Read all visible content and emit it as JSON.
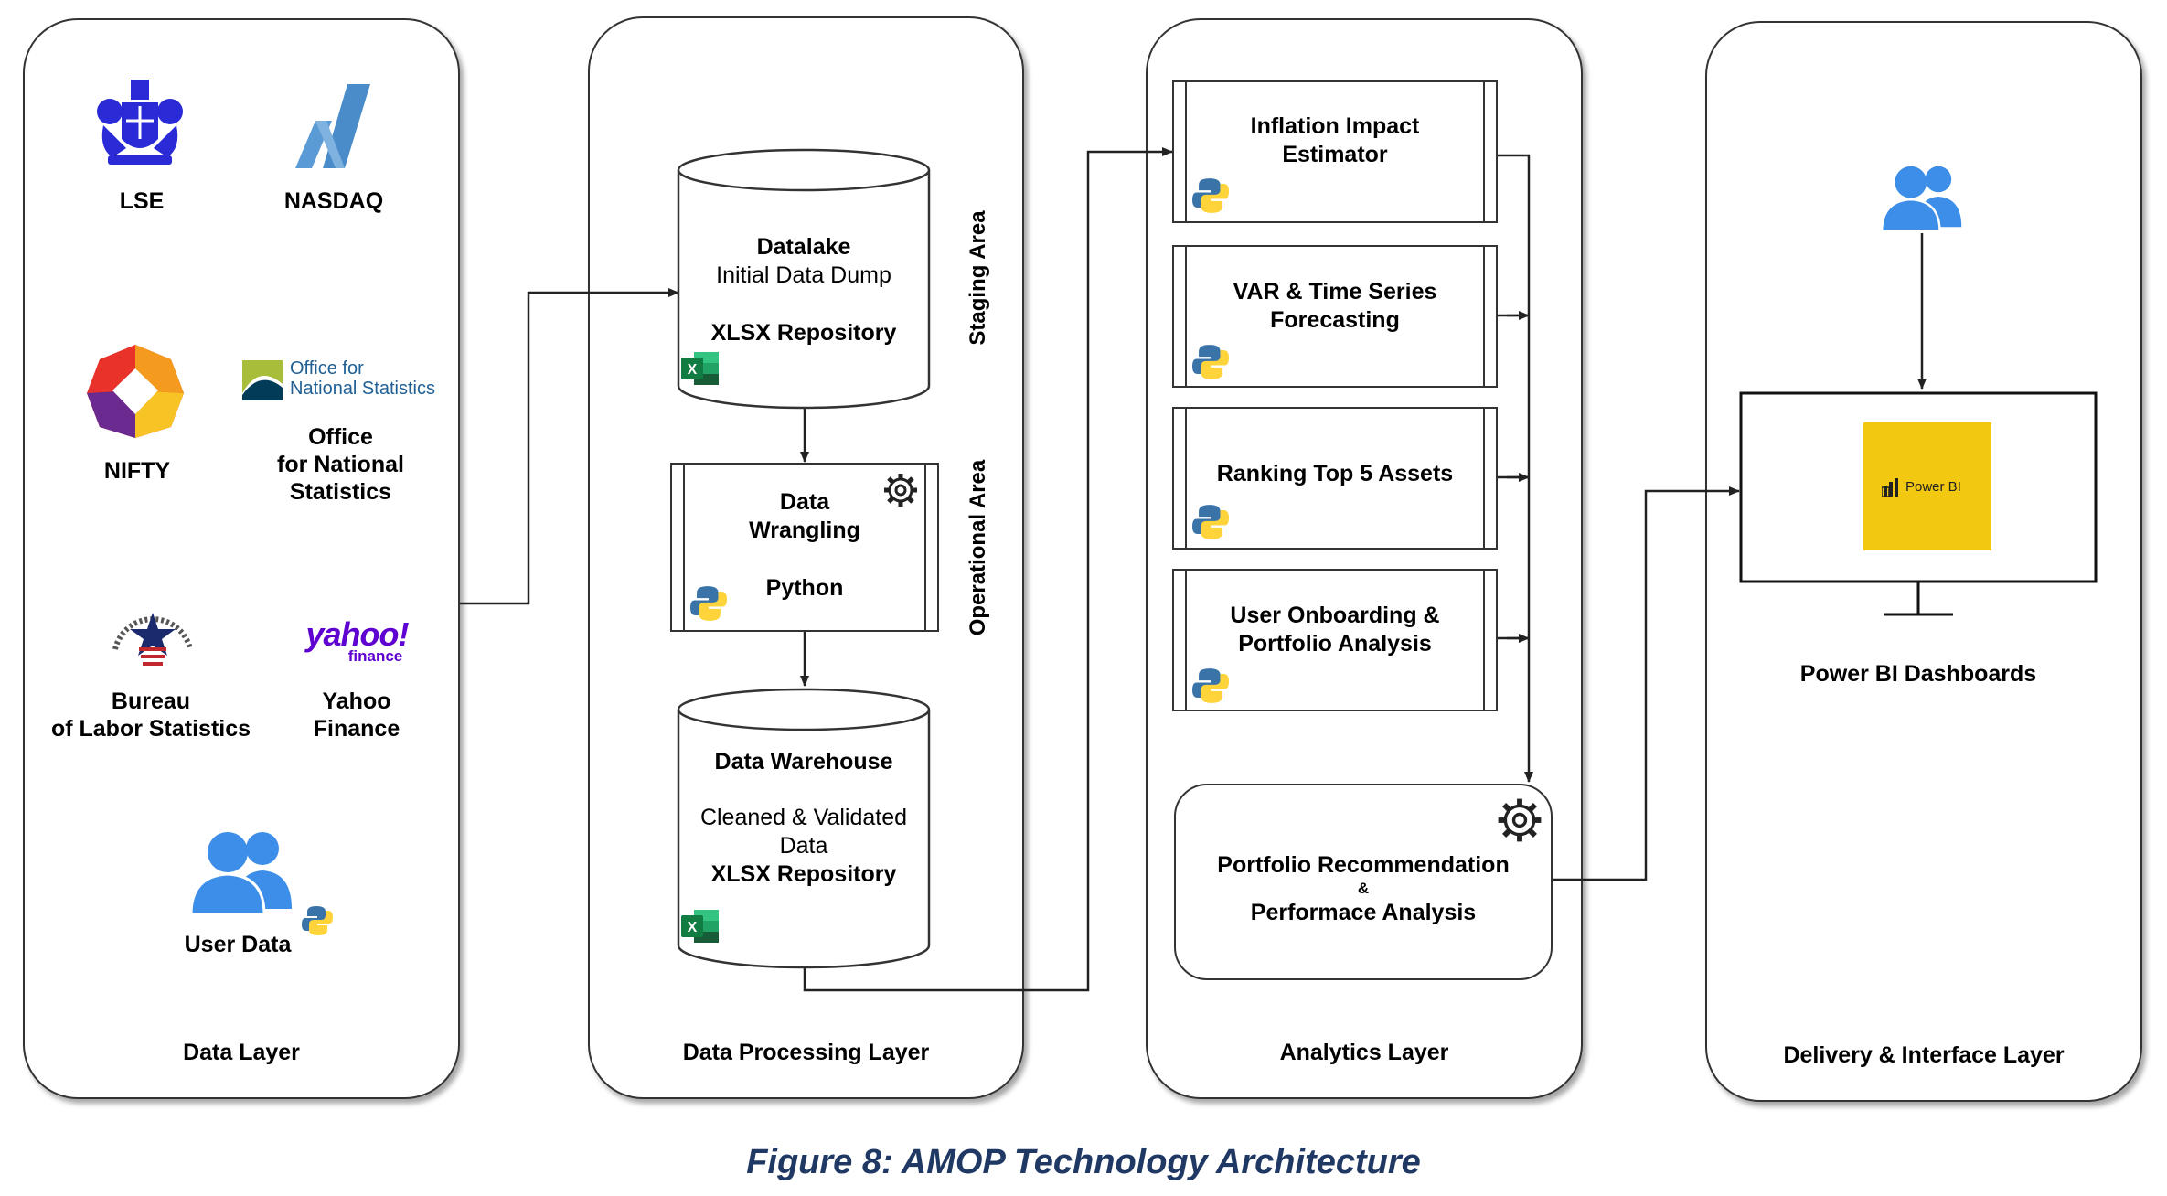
{
  "caption": "Figure 8: AMOP Technology Architecture",
  "layers": {
    "data": {
      "title": "Data Layer",
      "sources": {
        "lse": "LSE",
        "nasdaq": "NASDAQ",
        "nifty": "NIFTY",
        "ons_logo_line1": "Office for",
        "ons_logo_line2": "National Statistics",
        "ons_line1": "Office",
        "ons_line2": "for National",
        "ons_line3": "Statistics",
        "bls_line1": "Bureau",
        "bls_line2": "of Labor Statistics",
        "yahoo_logo": "yahoo!",
        "yahoo_logo_sub": "finance",
        "yahoo_line1": "Yahoo",
        "yahoo_line2": "Finance",
        "user_data": "User Data"
      }
    },
    "processing": {
      "title": "Data Processing Layer",
      "staging_label": "Staging Area",
      "operational_label": "Operational Area",
      "datalake": {
        "title": "Datalake",
        "subtitle": "Initial Data Dump",
        "repo": "XLSX Repository"
      },
      "wrangling": {
        "line1": "Data",
        "line2": "Wrangling",
        "tool": "Python"
      },
      "warehouse": {
        "title": "Data Warehouse",
        "sub1": "Cleaned & Validated",
        "sub2": "Data",
        "repo": "XLSX Repository"
      }
    },
    "analytics": {
      "title": "Analytics Layer",
      "modules": {
        "inflation_1": "Inflation Impact",
        "inflation_2": "Estimator",
        "var_1": "VAR & Time Series",
        "var_2": "Forecasting",
        "ranking": "Ranking Top 5 Assets",
        "onboard_1": "User Onboarding &",
        "onboard_2": "Portfolio Analysis"
      },
      "recommendation": {
        "line1": "Portfolio Recommendation",
        "line2": "&",
        "line3": "Performace Analysis"
      }
    },
    "delivery": {
      "title": "Delivery & Interface Layer",
      "powerbi_logo": "Power BI",
      "dashboards": "Power BI Dashboards"
    }
  },
  "colors": {
    "user_icon": "#3d8ee8",
    "powerbi_tile": "#f2c811",
    "caption": "#1f3864",
    "excel": "#1d6f42",
    "python_blue": "#3a73a8",
    "python_yellow": "#ffd43b"
  },
  "icons": [
    "lse-crest-icon",
    "nasdaq-icon",
    "nifty-icon",
    "ons-icon",
    "bls-seal-icon",
    "yahoo-logo",
    "user-group-icon",
    "python-icon",
    "excel-icon",
    "gear-icon",
    "monitor-icon",
    "powerbi-icon"
  ]
}
